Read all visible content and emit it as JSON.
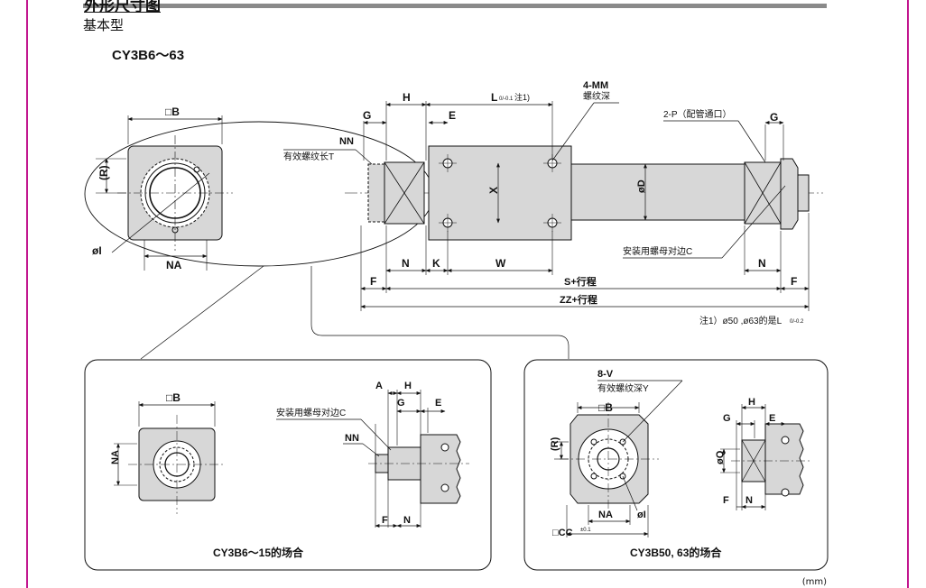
{
  "header": {
    "title": "外形尺寸图",
    "subtitle": "基本型",
    "model": "CY3B6～63"
  },
  "footer": {
    "unit": "(mm)"
  },
  "colors": {
    "accent": "#c2168f",
    "part_fill": "#d7d7d7",
    "line": "#111111"
  },
  "main_view": {
    "labels": {
      "square_b": "□B",
      "r": "(R)",
      "phi_i": "øI",
      "na": "NA",
      "g_left": "G",
      "h": "H",
      "e": "E",
      "l": "L",
      "l_tol": "0/-0.1",
      "l_note": "注1)",
      "mm": "4-MM",
      "mm_desc": "螺纹深",
      "p": "2-P（配管通口）",
      "g_right": "G",
      "nn": "NN",
      "nn_desc": "有效螺纹长T",
      "x": "X",
      "phi_d": "øD",
      "nut": "安装用螺母对边C",
      "f_left": "F",
      "n_left": "N",
      "k": "K",
      "w": "W",
      "n_right": "N",
      "f_right": "F",
      "s": "S+行程",
      "zz": "ZZ+行程"
    },
    "note": "注1）ø50 ,ø63的是L",
    "note_tol": "0/-0.2"
  },
  "detail_small": {
    "caption": "CY3B6～15的场合",
    "labels": {
      "square_b": "□B",
      "na": "NA",
      "a": "A",
      "h": "H",
      "g": "G",
      "e": "E",
      "nut": "安装用螺母对边C",
      "nn": "NN",
      "f": "F",
      "n": "N"
    }
  },
  "detail_large": {
    "caption": "CY3B50, 63的场合",
    "labels": {
      "v": "8-V",
      "v_desc": "有效螺纹深Y",
      "square_b": "□B",
      "r": "(R)",
      "na": "NA",
      "phi_i": "øI",
      "cc": "□CC",
      "cc_tol": "±0.1",
      "h": "H",
      "g": "G",
      "e": "E",
      "phi_q": "øQ",
      "f": "F",
      "n": "N"
    }
  }
}
